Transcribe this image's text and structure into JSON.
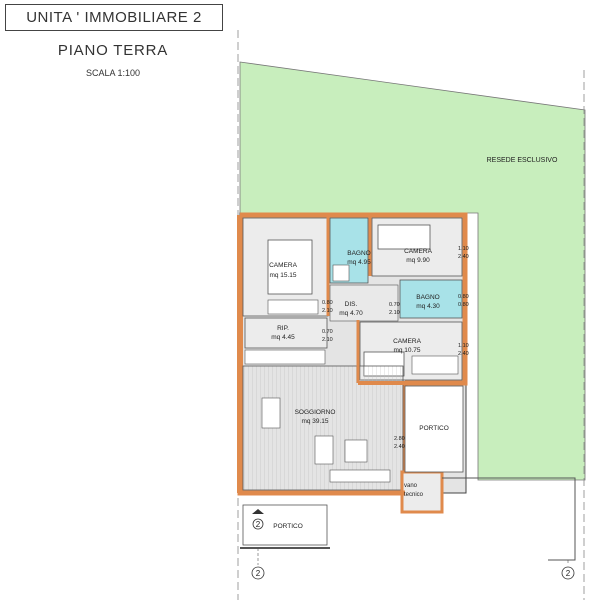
{
  "header": {
    "title": "UNITA ' IMMOBILIARE  2",
    "floor": "PIANO TERRA",
    "scale": "SCALA 1:100"
  },
  "garden": {
    "label": "RESEDE ESCLUSIVO"
  },
  "rooms": {
    "camera1": {
      "name": "CAMERA",
      "area": "mq 15.15"
    },
    "bagno1": {
      "name": "BAGNO",
      "area": "mq 4.95"
    },
    "camera2": {
      "name": "CAMERA",
      "area": "mq 9.90"
    },
    "dis": {
      "name": "DIS.",
      "area": "mq 4.70"
    },
    "bagno2": {
      "name": "BAGNO",
      "area": "mq 4.30"
    },
    "rip": {
      "name": "RIP.",
      "area": "mq 4.45"
    },
    "camera3": {
      "name": "CAMERA",
      "area": "mq 10.75"
    },
    "soggiorno": {
      "name": "SOGGIORNO",
      "area": "mq 39.15"
    },
    "portico_right": {
      "name": "PORTICO"
    },
    "vano": {
      "line1": "vano",
      "line2": "tecnico"
    },
    "portico_bottom": {
      "name": "PORTICO"
    }
  },
  "dimensions": {
    "d_110_240_a": [
      "1.10",
      "2.40"
    ],
    "d_080_080": [
      "0.80",
      "0.80"
    ],
    "d_110_240_b": [
      "1.10",
      "2.40"
    ],
    "d_080_210": [
      "0.80",
      "2.10"
    ],
    "d_070_210_a": [
      "0.70",
      "2.10"
    ],
    "d_070_210_b": [
      "0.70",
      "2.10"
    ],
    "d_280_240": [
      "2.80",
      "2.40"
    ]
  },
  "markers": {
    "circle": "2"
  },
  "colors": {
    "garden": "#c8eebd",
    "wall": "#e08a4c",
    "bath": "#a8e2e8",
    "floor": "#e4e4e4"
  }
}
